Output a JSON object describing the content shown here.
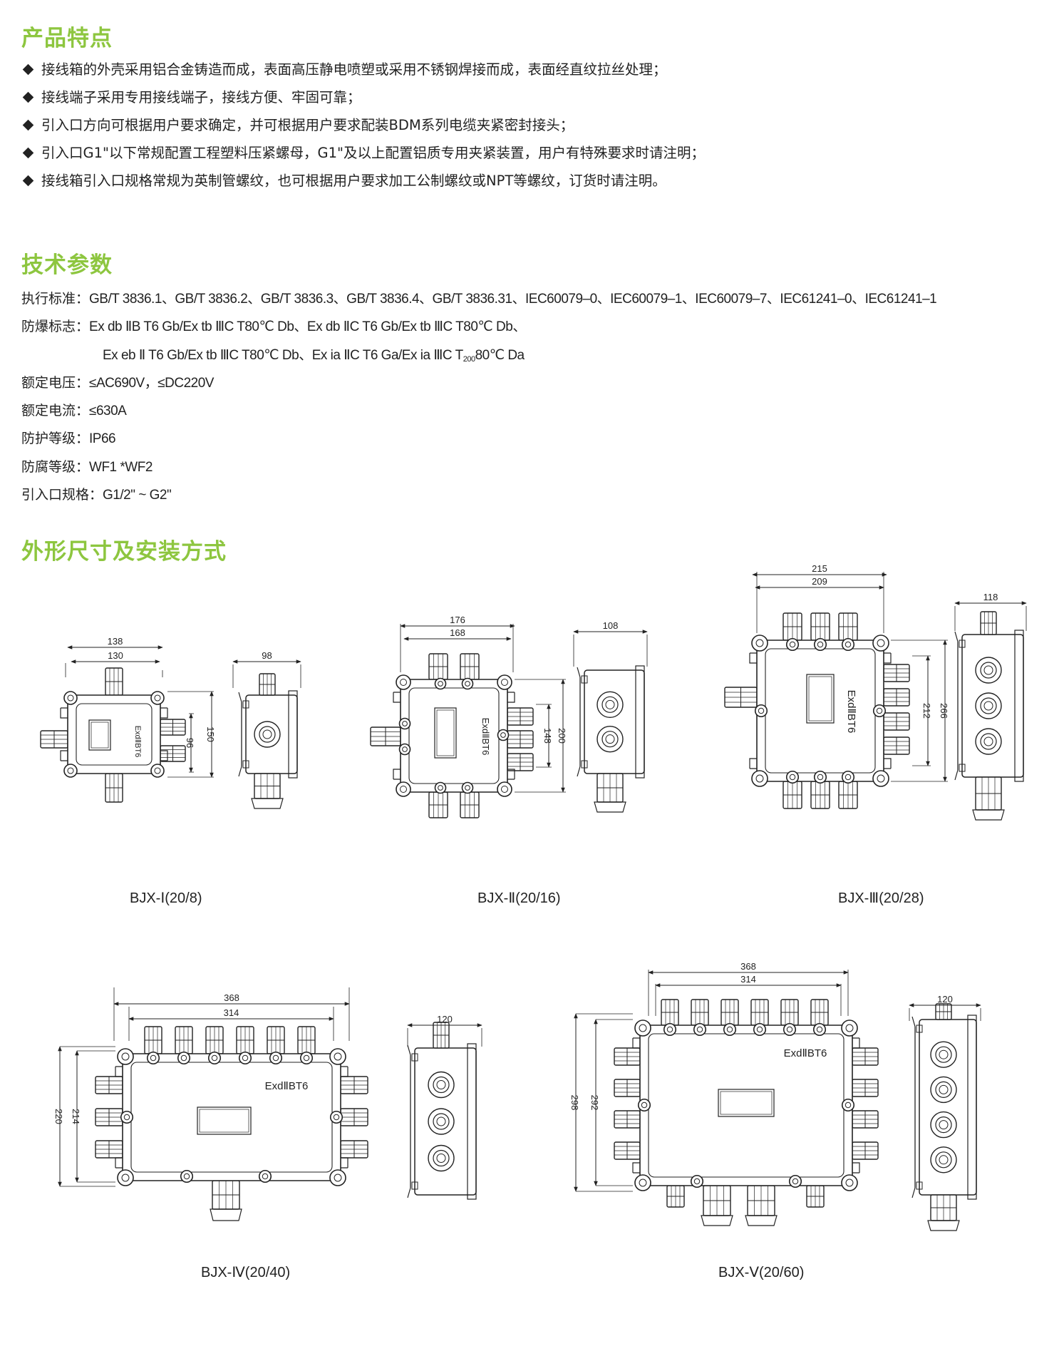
{
  "features": {
    "title": "产品特点",
    "items": [
      "接线箱的外壳采用铝合金铸造而成，表面高压静电喷塑或采用不锈钢焊接而成，表面经直纹拉丝处理；",
      "接线端子采用专用接线端子，接线方便、牢固可靠；",
      "引入口方向可根据用户要求确定，并可根据用户要求配装BDM系列电缆夹紧密封接头；",
      "引入口G1\"以下常规配置工程塑料压紧螺母，G1\"及以上配置铝质专用夹紧装置，用户有特殊要求时请注明；",
      "接线箱引入口规格常规为英制管螺纹，也可根据用户要求加工公制螺纹或NPT等螺纹，订货时请注明。"
    ]
  },
  "specs": {
    "title": "技术参数",
    "standard_label": "执行标准：",
    "standard_value": "GB/T 3836.1、GB/T 3836.2、GB/T 3836.3、GB/T 3836.4、GB/T 3836.31、IEC60079–0、IEC60079–1、IEC60079–7、IEC61241–0、IEC61241–1",
    "marking_label": "防爆标志：",
    "marking_line1": "Ex db ⅡB T6 Gb/Ex tb ⅢC T80℃ Db、Ex db ⅡC T6 Gb/Ex tb ⅢC T80℃ Db、",
    "marking_line2a": "Ex eb Ⅱ T6 Gb/Ex tb ⅢC T80℃ Db、Ex ia ⅡC T6 Ga/Ex ia ⅢC T",
    "marking_line2_sub": "200",
    "marking_line2b": "80℃ Da",
    "voltage_label": "额定电压：",
    "voltage_value": "≤AC690V，≤DC220V",
    "current_label": "额定电流：",
    "current_value": "≤630A",
    "protection_label": "防护等级：",
    "protection_value": "IP66",
    "anticorrosion_label": "防腐等级：",
    "anticorrosion_value": "WF1 *WF2",
    "entry_label": "引入口规格：",
    "entry_value": "G1/2\" ~ G2\""
  },
  "dimensions": {
    "title": "外形尺寸及安装方式",
    "marking_plate": "ExdⅡBT6",
    "models": [
      {
        "name": "BJX-Ⅰ(20/8)",
        "width_outer": "138",
        "width_inner": "130",
        "height_inner": "96",
        "height_outer": "150",
        "side_depth": "98"
      },
      {
        "name": "BJX-Ⅱ(20/16)",
        "width_outer": "176",
        "width_inner": "168",
        "height_inner": "148",
        "height_outer": "200",
        "side_depth": "108"
      },
      {
        "name": "BJX-Ⅲ(20/28)",
        "width_outer": "215",
        "width_inner": "209",
        "height_inner": "212",
        "height_outer": "266",
        "side_depth": "118"
      },
      {
        "name": "BJX-Ⅳ(20/40)",
        "width_outer": "368",
        "width_inner": "314",
        "height_outer": "220",
        "height_inner": "214",
        "side_depth": "120"
      },
      {
        "name": "BJX-Ⅴ(20/60)",
        "width_outer": "368",
        "width_inner": "314",
        "height_outer": "298",
        "height_inner": "292",
        "side_depth": "120"
      }
    ]
  }
}
